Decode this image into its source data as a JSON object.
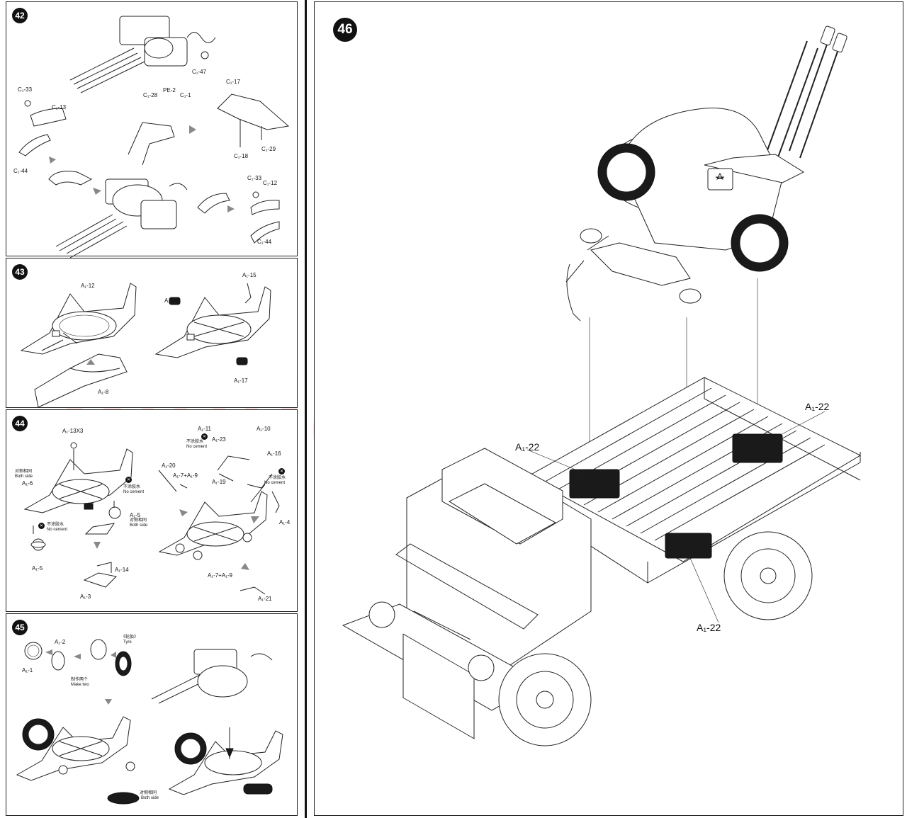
{
  "watermark": "modelartikl.cz",
  "steps": {
    "s42": {
      "number": "42",
      "labels": {
        "c47": "C₁-47",
        "c28": "C₁-28",
        "pe2": "PE-2",
        "c1": "C₁-1",
        "c33a": "C₁-33",
        "c13": "C₁-13",
        "c44a": "C₁-44",
        "c17": "C₁-17",
        "c18": "C₁-18",
        "c29": "C₁-29",
        "c33b": "C₁-33",
        "c12": "C₁-12",
        "c44b": "C₁-44"
      }
    },
    "s43": {
      "number": "43",
      "labels": {
        "a12": "A₁-12",
        "a8": "A₁-8",
        "a15": "A₁-15",
        "a18": "A₁-18",
        "a17": "A₁-17"
      }
    },
    "s44": {
      "number": "44",
      "labels": {
        "a13x3": "A₁-13X3",
        "both_cn": "对侧相同",
        "both_en": "Both side",
        "a6": "A₁-6",
        "no_cement_cn_a": "不涂胶水",
        "no_cement_en_a": "No cement",
        "no_cement_cn_b": "不涂胶水",
        "no_cement_en_b": "No cement",
        "a5a": "A₁-5",
        "both2_cn": "对侧相同",
        "both2_en": "Both side",
        "a5b": "A₁-5",
        "a14": "A₁-14",
        "a3": "A₁-3",
        "a11": "A₁-11",
        "a10": "A₁-10",
        "no_cement_cn_c": "不涂胶水",
        "no_cement_en_c": "No cement",
        "a23": "A₁-23",
        "a16": "A₁-16",
        "a20": "A₁-20",
        "a7a9a": "A₁-7+A₁-9",
        "a19": "A₁-19",
        "no_cement_cn_d": "不涂胶水",
        "no_cement_en_d": "No cement",
        "a4": "A₁-4",
        "a7a9b": "A₁-7+A₁-9",
        "a21": "A₁-21"
      }
    },
    "s45": {
      "number": "45",
      "labels": {
        "a2": "A₁-2",
        "a1": "A₁-1",
        "tyre_cn": "《轮胎》",
        "tyre_en": "Tyre",
        "make_cn": "制作两个",
        "make_en": "Make  two",
        "both_cn": "对侧相同",
        "both_en": "Both side"
      }
    },
    "s46": {
      "number": "46",
      "labels": {
        "a22_right": "A₁-22",
        "a22_left": "A₁-22",
        "a22_bottom": "A₁-22"
      }
    }
  }
}
